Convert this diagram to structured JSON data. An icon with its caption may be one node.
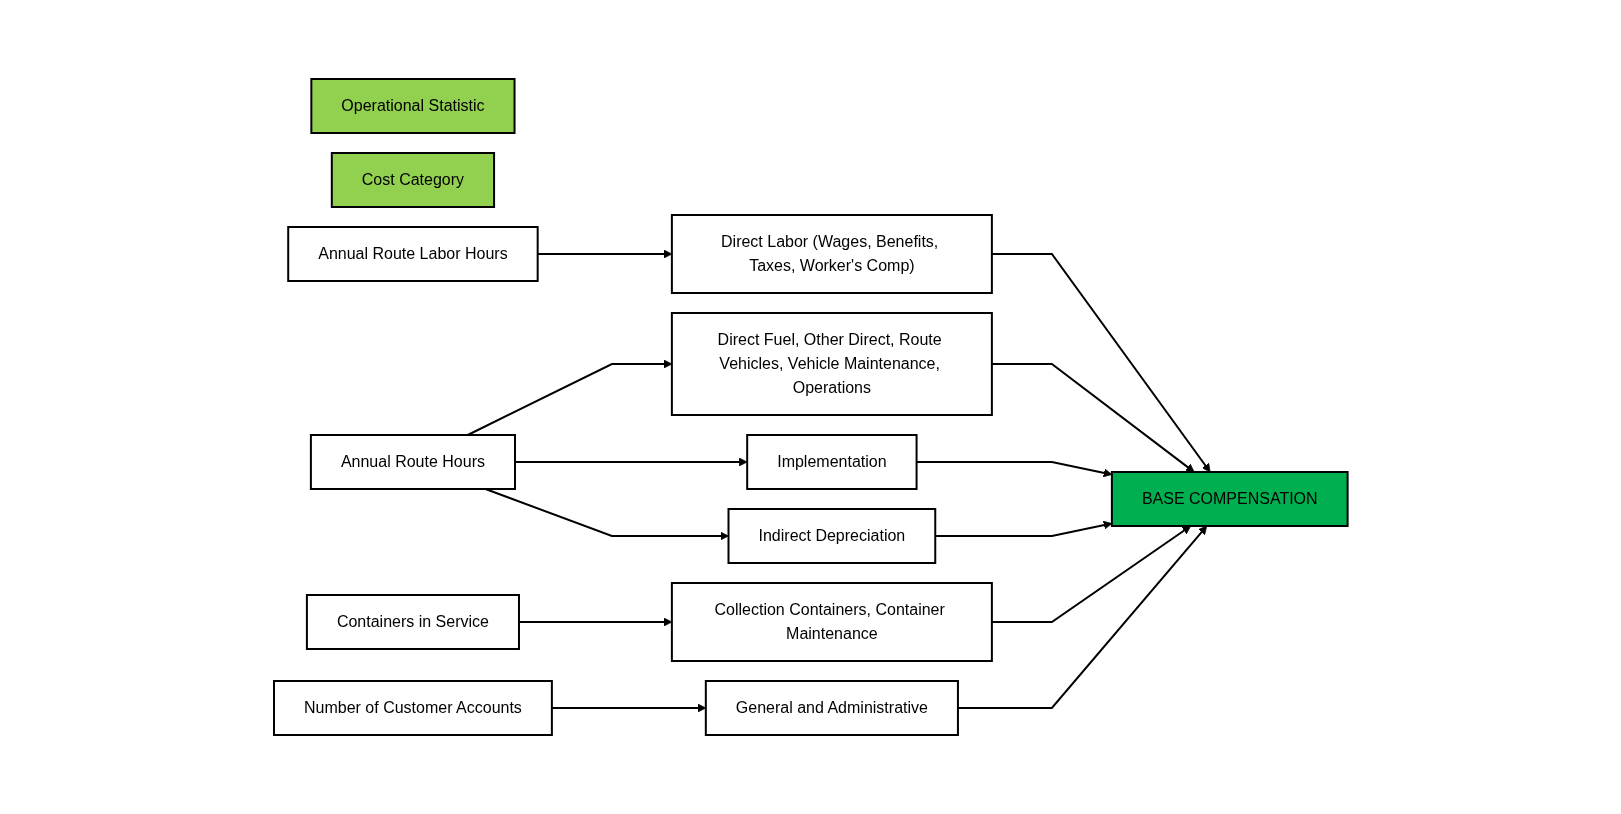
{
  "diagram": {
    "nodes": [
      {
        "text": [
          "Operational Statistic"
        ]
      },
      {
        "text": [
          "Cost Category"
        ]
      },
      {
        "text": [
          "Annual Route Labor Hours"
        ]
      },
      {
        "text": [
          "Annual Route Hours"
        ]
      },
      {
        "text": [
          "Containers in Service"
        ]
      },
      {
        "text": [
          "Number of Customer Accounts"
        ]
      },
      {
        "text": [
          "Direct Labor (Wages, Benefits, Taxes, Worker's Comp)"
        ]
      },
      {
        "text": [
          "Direct Fuel, Other Direct, Route Vehicles, Vehicle Maintenance, Operations"
        ]
      },
      {
        "text": [
          "Implementation"
        ]
      },
      {
        "text": [
          "Indirect Depreciation"
        ]
      },
      {
        "text": [
          "Collection Containers, Container Maintenance"
        ]
      },
      {
        "text": [
          "General and Administrative"
        ]
      },
      {
        "text": [
          "BASE COMPENSATION"
        ]
      }
    ],
    "edges": [
      {
        "from": 2,
        "to": 6,
        "arrow": "to"
      },
      {
        "from": 3,
        "to": 7,
        "arrow": "to"
      },
      {
        "from": 3,
        "to": 8,
        "arrow": "to"
      },
      {
        "from": 3,
        "to": 9,
        "arrow": "to"
      },
      {
        "from": 4,
        "to": 10,
        "arrow": "to"
      },
      {
        "from": 5,
        "to": 11,
        "arrow": "to"
      },
      {
        "from": 6,
        "to": 12,
        "arrow": "to"
      },
      {
        "from": 7,
        "to": 12,
        "arrow": "to"
      },
      {
        "from": 8,
        "to": 12,
        "arrow": "to"
      },
      {
        "from": 9,
        "to": 12,
        "arrow": "to"
      },
      {
        "from": 10,
        "to": 12,
        "arrow": "to"
      },
      {
        "from": 11,
        "to": 12,
        "arrow": "to"
      }
    ]
  }
}
